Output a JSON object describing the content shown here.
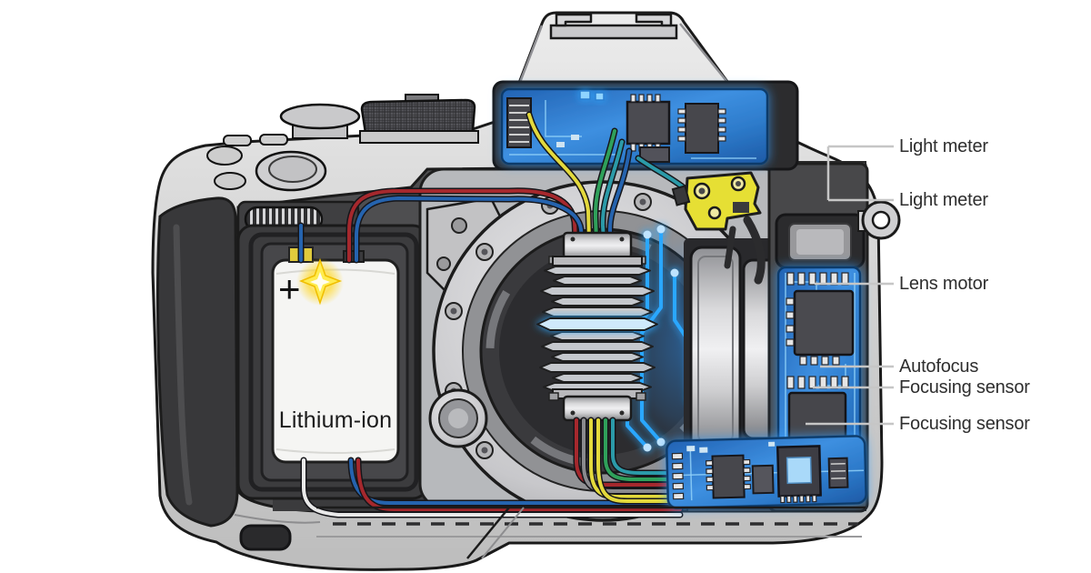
{
  "diagram": {
    "subject": "DSLR camera internal cutaway illustration",
    "background_color": "#ffffff"
  },
  "battery": {
    "label": "Lithium-ion",
    "terminal_sign": "+"
  },
  "callouts": [
    {
      "id": "light-meter-1",
      "text": "Light meter"
    },
    {
      "id": "light-meter-2",
      "text": "Light meter"
    },
    {
      "id": "lens-motor",
      "text": "Lens motor"
    },
    {
      "id": "autofocus",
      "text": "Autofocus"
    },
    {
      "id": "focusing-sensor-1",
      "text": "Focusing sensor"
    },
    {
      "id": "focusing-sensor-2",
      "text": "Focusing sensor"
    }
  ],
  "colors": {
    "body_silver": "#d6d6d6",
    "outline": "#1a1a1a",
    "interior_gray": "#4e4e50",
    "pcb_blue": "#2f7fd6",
    "circuit_glow": "#2aa7ff",
    "battery_white": "#f5f5f3",
    "wire_red": "#a5282d",
    "wire_blue": "#2563ae",
    "wire_yellow": "#e3d93c",
    "wire_green": "#2fa05a",
    "wire_teal": "#2b9aa8",
    "wire_white": "#e9e9e9",
    "wire_gray": "#8a8a8e",
    "flash_component_yellow": "#e6df34",
    "label_text": "#2e2e2e",
    "leader_line": "#c6c6c6"
  }
}
